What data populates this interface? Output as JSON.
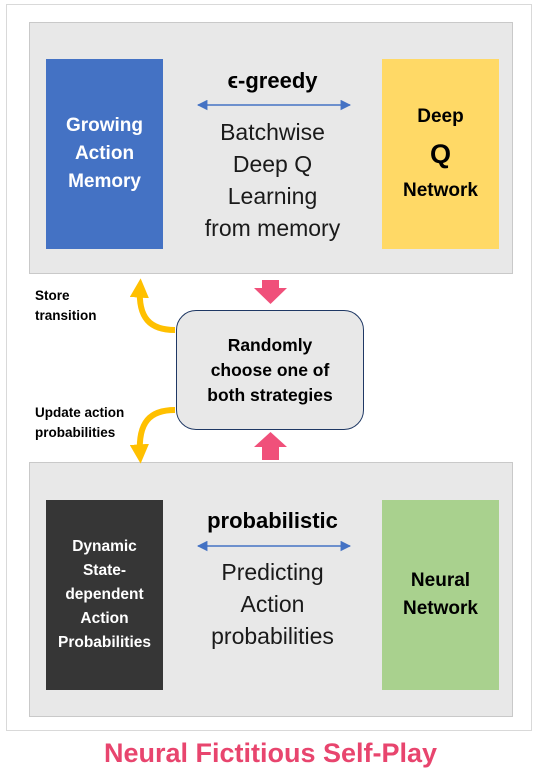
{
  "top_panel": {
    "left_box": [
      "Growing",
      "Action",
      "Memory"
    ],
    "method_title": "ϵ-greedy",
    "method_text": [
      "Batchwise",
      "Deep Q",
      "Learning",
      "from memory"
    ],
    "right_box": {
      "line1": "Deep",
      "line2": "Q",
      "line3": "Network"
    }
  },
  "center_box": [
    "Randomly",
    "choose one of",
    "both strategies"
  ],
  "side_labels": {
    "store": [
      "Store",
      "transition"
    ],
    "update": [
      "Update action",
      "probabilities"
    ]
  },
  "bottom_panel": {
    "left_box": [
      "Dynamic",
      "State-",
      "dependent",
      "Action",
      "Probabilities"
    ],
    "method_title": "probabilistic",
    "method_text": [
      "Predicting",
      "Action",
      "probabilities"
    ],
    "right_box": [
      "Neural",
      "Network"
    ]
  },
  "footer_title": "Neural Fictitious Self-Play",
  "colors": {
    "memory_box": "#4472c4",
    "dqn_box": "#ffd966",
    "probabilities_box": "#363636",
    "neural_box": "#a9d18e",
    "pink_arrow": "#f0507a",
    "curved_arrow": "#ffc000",
    "double_arrow": "#4472c4",
    "footer": "#e8456e"
  }
}
